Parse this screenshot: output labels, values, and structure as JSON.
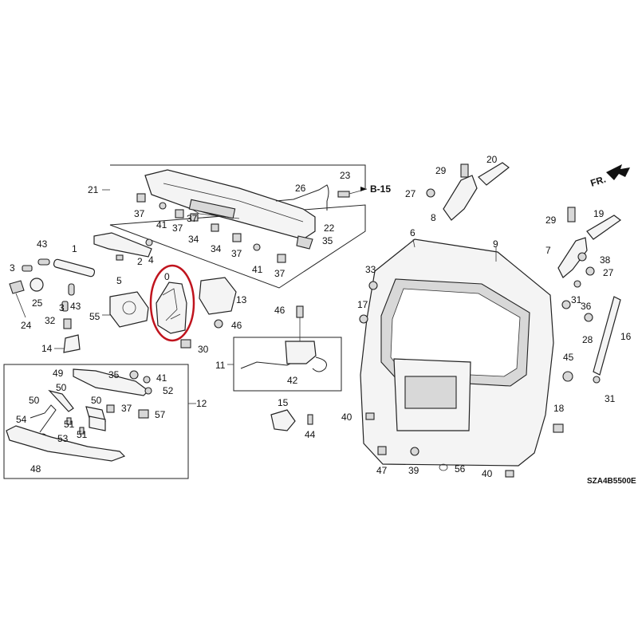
{
  "diagram": {
    "code": "SZA4B5500E",
    "direction_label": "FR.",
    "ref_label": "B-15",
    "highlight_color": "#c0141e",
    "callouts": {
      "p0": "0",
      "p1": "1",
      "p2": "2",
      "p3a": "3",
      "p3b": "3",
      "p4": "4",
      "p5": "5",
      "p6": "6",
      "p7": "7",
      "p8": "8",
      "p9": "9",
      "p11": "11",
      "p12": "12",
      "p13": "13",
      "p14": "14",
      "p15": "15",
      "p16": "16",
      "p17": "17",
      "p18": "18",
      "p19": "19",
      "p20": "20",
      "p21": "21",
      "p22": "22",
      "p23": "23",
      "p24": "24",
      "p25": "25",
      "p26": "26",
      "p27a": "27",
      "p27b": "27",
      "p28": "28",
      "p29a": "29",
      "p29b": "29",
      "p30": "30",
      "p31a": "31",
      "p31b": "31",
      "p32": "32",
      "p33": "33",
      "p34a": "34",
      "p34b": "34",
      "p35a": "35",
      "p35b": "35",
      "p36": "36",
      "p37a": "37",
      "p37b": "37",
      "p37c": "37",
      "p37d": "37",
      "p37e": "37",
      "p37f": "37",
      "p38": "38",
      "p39": "39",
      "p40a": "40",
      "p40b": "40",
      "p41a": "41",
      "p41b": "41",
      "p41c": "41",
      "p42": "42",
      "p43a": "43",
      "p43b": "43",
      "p44": "44",
      "p45": "45",
      "p46a": "46",
      "p46b": "46",
      "p47": "47",
      "p48": "48",
      "p49": "49",
      "p50a": "50",
      "p50b": "50",
      "p50c": "50",
      "p51a": "51",
      "p51b": "51",
      "p52": "52",
      "p53": "53",
      "p54": "54",
      "p55": "55",
      "p56": "56",
      "p57": "57"
    }
  }
}
